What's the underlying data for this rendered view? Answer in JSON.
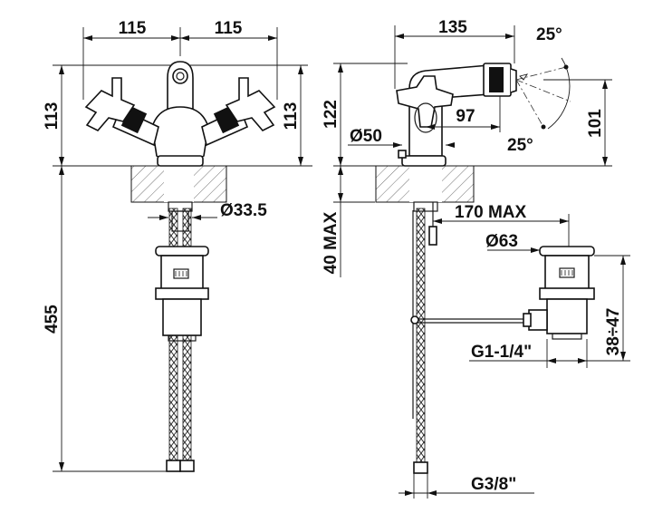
{
  "diagram": {
    "front_view": {
      "width_left": "115",
      "width_right": "115",
      "height_left": "113",
      "height_right": "113",
      "hole_diameter": "Ø33.5",
      "total_length": "455"
    },
    "side_view": {
      "spout_length": "135",
      "spray_angle_top": "25°",
      "spray_angle_bottom": "25°",
      "height": "122",
      "spout_height": "101",
      "spout_reach": "97",
      "base_diameter": "Ø50",
      "deck_thickness": "40 MAX",
      "waste_rod_length": "170 MAX",
      "waste_diameter": "Ø63",
      "waste_adjust": "38÷47",
      "waste_thread": "G1-1/4\"",
      "supply_thread": "G3/8\""
    }
  }
}
